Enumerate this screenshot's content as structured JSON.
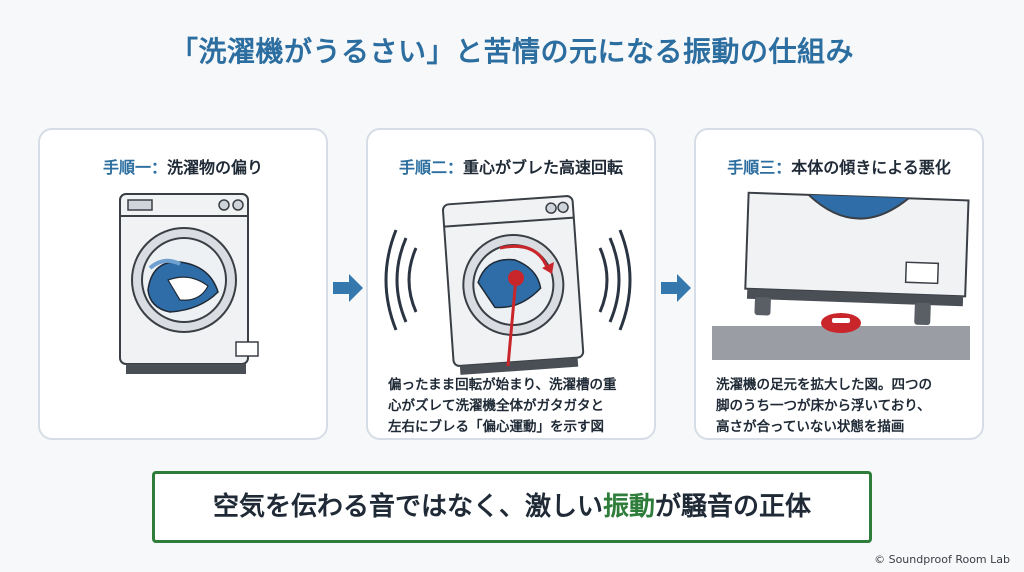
{
  "title": "「洗濯機がうるさい」と苦情の元になる振動の仕組み",
  "panels": [
    {
      "step": "手順一",
      "sep": "：",
      "heading": "洗濯物の偏り",
      "description": ""
    },
    {
      "step": "手順二",
      "sep": "：",
      "heading": "重心がブレた高速回転",
      "description_lines": [
        "偏ったまま回転が始まり、洗濯槽の重",
        "心がズレて洗濯機全体がガタガタと",
        "左右にブレる「偏心運動」を示す図"
      ]
    },
    {
      "step": "手順三",
      "sep": "：",
      "heading": "本体の傾きによる悪化",
      "description_lines": [
        "洗濯機の足元を拡大した図。四つの",
        "脚のうち一つが床から浮いており、",
        "高さが合っていない状態を描画"
      ]
    }
  ],
  "summary": {
    "before": "空気を伝わる音ではなく、激しい",
    "accent": "振動",
    "after": "が騒音の正体"
  },
  "credit": "© Soundproof Room Lab",
  "colors": {
    "accent_blue": "#2c6ea0",
    "accent_green": "#2f7d3a",
    "arrow": "#3478ad",
    "force_red": "#c9262c"
  },
  "icons": [
    "right-arrow-icon",
    "right-arrow-icon"
  ]
}
